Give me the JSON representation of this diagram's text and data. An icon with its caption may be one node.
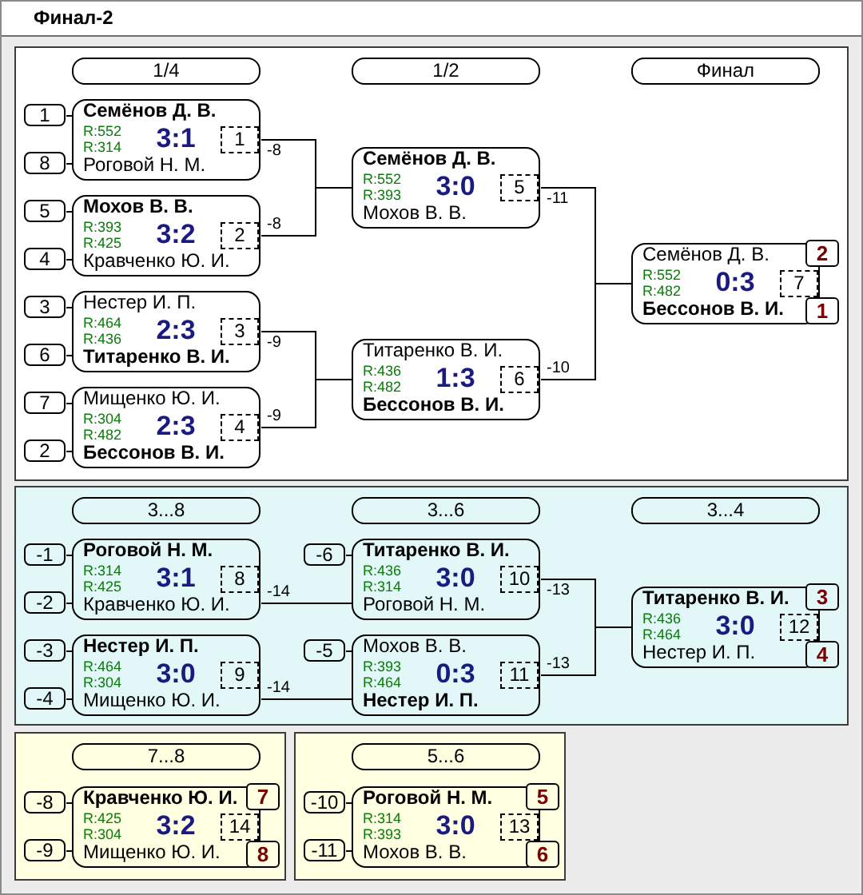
{
  "diagram": {
    "title": "Финал-2",
    "nodes": [
      {
        "text": [],
        "shape": "box"
      },
      {
        "text": [
          "1/4"
        ],
        "in": 0
      },
      {
        "text": [
          "1/2"
        ],
        "in": 0
      },
      {
        "text": [
          "Финал"
        ],
        "in": 0
      },
      {
        "text": [
          "1"
        ],
        "in": 0
      },
      {
        "text": [
          "8"
        ],
        "in": 0
      },
      {
        "text": [
          "Семёнов Д. В.",
          "R:552",
          "R:314",
          "3:1",
          "Роговой Н. М."
        ],
        "in": 0
      },
      {
        "text": [
          "1"
        ],
        "in": 6
      },
      {
        "text": [
          "5"
        ],
        "in": 0
      },
      {
        "text": [
          "4"
        ],
        "in": 0
      },
      {
        "text": [
          "Мохов В. В.",
          "R:393",
          "R:425",
          "3:2",
          "Кравченко Ю. И."
        ],
        "in": 0
      },
      {
        "text": [
          "2"
        ],
        "in": 10
      },
      {
        "text": [
          "3"
        ],
        "in": 0
      },
      {
        "text": [
          "6"
        ],
        "in": 0
      },
      {
        "text": [
          "Нестер И. П.",
          "R:464",
          "R:436",
          "2:3",
          "Титаренко В. И."
        ],
        "in": 0
      },
      {
        "text": [
          "3"
        ],
        "in": 14
      },
      {
        "text": [
          "7"
        ],
        "in": 0
      },
      {
        "text": [
          "2"
        ],
        "in": 0
      },
      {
        "text": [
          "Мищенко Ю. И.",
          "R:304",
          "R:482",
          "2:3",
          "Бессонов В. И."
        ],
        "in": 0
      },
      {
        "text": [
          "4"
        ],
        "in": 18
      },
      {
        "text": [
          "Семёнов Д. В.",
          "R:552",
          "R:393",
          "3:0",
          "Мохов В. В."
        ],
        "in": 0
      },
      {
        "text": [
          "5"
        ],
        "in": 20
      },
      {
        "text": [
          "Титаренко В. И.",
          "R:436",
          "R:482",
          "1:3",
          "Бессонов В. И."
        ],
        "in": 0
      },
      {
        "text": [
          "6"
        ],
        "in": 22
      },
      {
        "text": [
          "Семёнов Д. В.",
          "R:552",
          "R:482",
          "0:3",
          "Бессонов В. И."
        ],
        "in": 0
      },
      {
        "text": [
          "7"
        ],
        "in": 24
      },
      {
        "text": [
          "2"
        ],
        "in": 0
      },
      {
        "text": [
          "1"
        ],
        "in": 0
      },
      {
        "text": [],
        "shape": "box"
      },
      {
        "text": [
          "3...8"
        ],
        "in": 28
      },
      {
        "text": [
          "3...6"
        ],
        "in": 28
      },
      {
        "text": [
          "3...4"
        ],
        "in": 28
      },
      {
        "text": [
          "-1"
        ],
        "in": 28
      },
      {
        "text": [
          "-2"
        ],
        "in": 28
      },
      {
        "text": [
          "Роговой Н. М.",
          "R:314",
          "R:425",
          "3:1",
          "Кравченко Ю. И."
        ],
        "in": 28
      },
      {
        "text": [
          "8"
        ],
        "in": 34
      },
      {
        "text": [
          "-3"
        ],
        "in": 28
      },
      {
        "text": [
          "-4"
        ],
        "in": 28
      },
      {
        "text": [
          "Нестер И. П.",
          "R:464",
          "R:304",
          "3:0",
          "Мищенко Ю. И."
        ],
        "in": 28
      },
      {
        "text": [
          "9"
        ],
        "in": 38
      },
      {
        "text": [
          "-6"
        ],
        "in": 28
      },
      {
        "text": [
          "Титаренко В. И.",
          "R:436",
          "R:314",
          "3:0",
          "Роговой Н. М."
        ],
        "in": 28
      },
      {
        "text": [
          "10"
        ],
        "in": 41
      },
      {
        "text": [
          "-5"
        ],
        "in": 28
      },
      {
        "text": [
          "Мохов В. В.",
          "R:393",
          "R:464",
          "0:3",
          "Нестер И. П."
        ],
        "in": 28
      },
      {
        "text": [
          "11"
        ],
        "in": 44
      },
      {
        "text": [
          "Титаренко В. И.",
          "R:436",
          "R:464",
          "3:0",
          "Нестер И. П."
        ],
        "in": 28
      },
      {
        "text": [
          "12"
        ],
        "in": 46
      },
      {
        "text": [
          "3"
        ],
        "in": 28
      },
      {
        "text": [
          "4"
        ],
        "in": 28
      },
      {
        "text": [],
        "shape": "box"
      },
      {
        "text": [
          "7...8"
        ],
        "in": 50
      },
      {
        "text": [
          "-8"
        ],
        "in": 50
      },
      {
        "text": [
          "-9"
        ],
        "in": 50
      },
      {
        "text": [
          "Кравченко Ю. И.",
          "R:425",
          "R:304",
          "3:2",
          "Мищенко Ю. И."
        ],
        "in": 50
      },
      {
        "text": [
          "14"
        ],
        "in": 54
      },
      {
        "text": [
          "7"
        ],
        "in": 50
      },
      {
        "text": [
          "8"
        ],
        "in": 50
      },
      {
        "text": [],
        "shape": "box"
      },
      {
        "text": [
          "5...6"
        ],
        "in": 58
      },
      {
        "text": [
          "-10"
        ],
        "in": 58
      },
      {
        "text": [
          "-11"
        ],
        "in": 58
      },
      {
        "text": [
          "Роговой Н. М.",
          "R:314",
          "R:393",
          "3:0",
          "Мохов В. В."
        ],
        "in": 58
      },
      {
        "text": [
          "13"
        ],
        "in": 62
      },
      {
        "text": [
          "5"
        ],
        "in": 58
      },
      {
        "text": [
          "6"
        ],
        "in": 58
      }
    ],
    "edges": [
      {
        "from": 4,
        "to": 6,
        "arrow": "none"
      },
      {
        "from": 5,
        "to": 6,
        "arrow": "none"
      },
      {
        "from": 8,
        "to": 10,
        "arrow": "none"
      },
      {
        "from": 9,
        "to": 10,
        "arrow": "none"
      },
      {
        "from": 12,
        "to": 14,
        "arrow": "none"
      },
      {
        "from": 13,
        "to": 14,
        "arrow": "none"
      },
      {
        "from": 16,
        "to": 18,
        "arrow": "none"
      },
      {
        "from": 17,
        "to": 18,
        "arrow": "none"
      },
      {
        "from": 6,
        "to": 20,
        "arrow": "none",
        "label": "-8"
      },
      {
        "from": 10,
        "to": 20,
        "arrow": "none",
        "label": "-8"
      },
      {
        "from": 14,
        "to": 22,
        "arrow": "none",
        "label": "-9"
      },
      {
        "from": 18,
        "to": 22,
        "arrow": "none",
        "label": "-9"
      },
      {
        "from": 20,
        "to": 24,
        "arrow": "none",
        "label": "-11"
      },
      {
        "from": 22,
        "to": 24,
        "arrow": "none",
        "label": "-10"
      },
      {
        "from": 32,
        "to": 34,
        "arrow": "none"
      },
      {
        "from": 33,
        "to": 34,
        "arrow": "none"
      },
      {
        "from": 36,
        "to": 38,
        "arrow": "none"
      },
      {
        "from": 37,
        "to": 38,
        "arrow": "none"
      },
      {
        "from": 40,
        "to": 41,
        "arrow": "none"
      },
      {
        "from": 34,
        "to": 41,
        "arrow": "none",
        "label": "-14"
      },
      {
        "from": 43,
        "to": 44,
        "arrow": "none"
      },
      {
        "from": 38,
        "to": 44,
        "arrow": "none",
        "label": "-14"
      },
      {
        "from": 41,
        "to": 46,
        "arrow": "none",
        "label": "-13"
      },
      {
        "from": 44,
        "to": 46,
        "arrow": "none",
        "label": "-13"
      },
      {
        "from": 52,
        "to": 54,
        "arrow": "none"
      },
      {
        "from": 53,
        "to": 54,
        "arrow": "none"
      },
      {
        "from": 60,
        "to": 62,
        "arrow": "none"
      },
      {
        "from": 61,
        "to": 62,
        "arrow": "none"
      }
    ]
  }
}
